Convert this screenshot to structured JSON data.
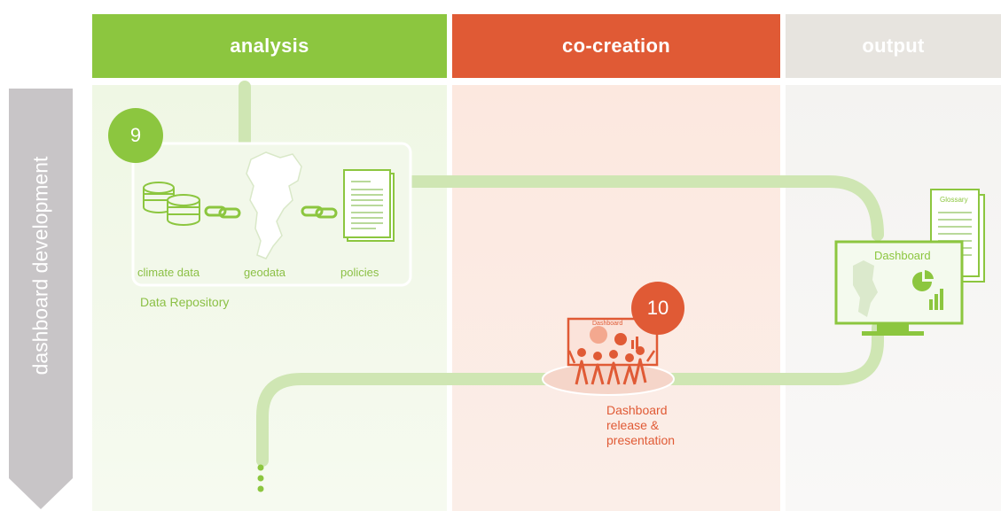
{
  "phases": [
    {
      "label": "analysis",
      "color": "#8cc63f"
    },
    {
      "label": "co-creation",
      "color": "#e05a35"
    },
    {
      "label": "output",
      "color": "#e7e4df"
    }
  ],
  "side_label": "dashboard development",
  "steps": [
    {
      "number": "9",
      "title": "Data Repository",
      "items": [
        "climate data",
        "geodata",
        "policies"
      ]
    },
    {
      "number": "10",
      "title": "Dashboard release & presentation",
      "title_lines": [
        "Dashboard",
        "release &",
        "presentation"
      ]
    }
  ],
  "output": {
    "screen_title": "Dashboard",
    "doc_title": "Glossary"
  },
  "screen_small": "Dashboard",
  "colors": {
    "green": "#8cc63f",
    "light_green": "#cfe6b3",
    "orange": "#e05a35",
    "grey_arrow": "#c8c5c7"
  }
}
